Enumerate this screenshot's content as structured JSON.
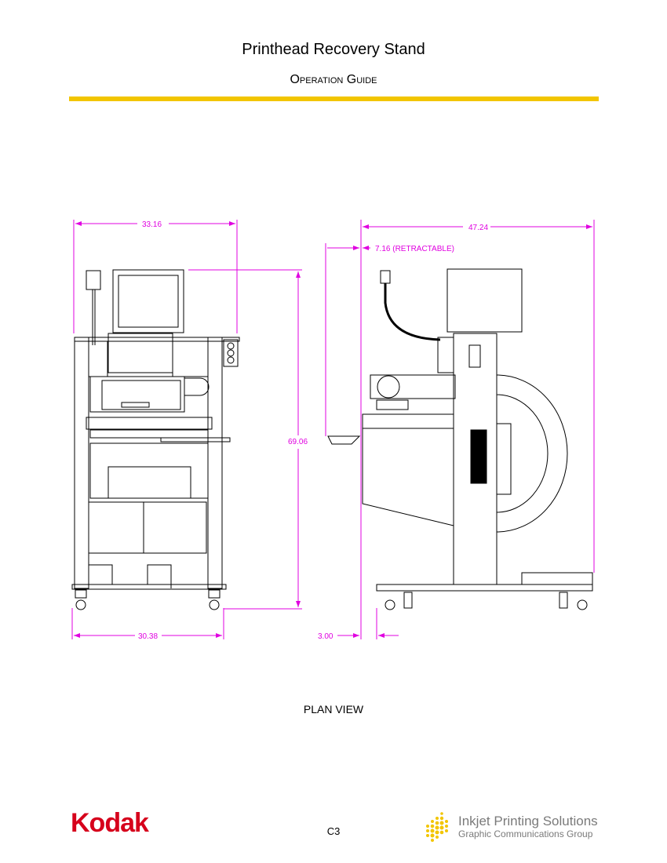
{
  "header": {
    "title": "Printhead Recovery Stand",
    "subtitle": "Operation Guide"
  },
  "colors": {
    "rule": "#f2c500",
    "dimension": "#e000e0",
    "kodak_red": "#d6001c"
  },
  "drawing": {
    "front_view": {
      "width_top": "33.16",
      "height": "69.06",
      "width_base": "30.38"
    },
    "side_view": {
      "depth": "47.24",
      "retractable": "7.16 (RETRACTABLE)",
      "offset": "3.00"
    }
  },
  "caption": "PLAN VIEW",
  "footer": {
    "kodak_logo": "Kodak",
    "page_number": "C3",
    "brand_line1": "Inkjet Printing Solutions",
    "brand_line2": "Graphic Communications Group"
  }
}
